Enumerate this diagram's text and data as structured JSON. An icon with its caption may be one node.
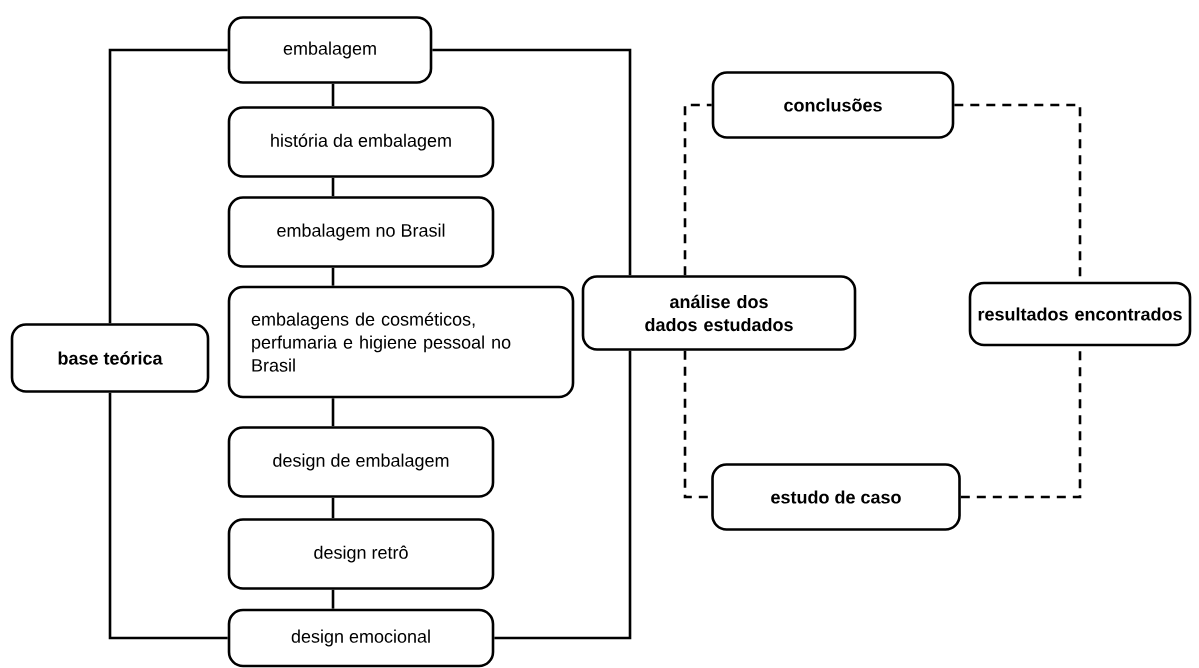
{
  "diagram": {
    "nodes": [
      {
        "text": [
          "base teórica"
        ]
      },
      {
        "text": [
          "embalagem"
        ]
      },
      {
        "text": [
          "história da embalagem"
        ]
      },
      {
        "text": [
          "embalagem no Brasil"
        ]
      },
      {
        "text": [
          "embalagens de cosméticos, perfumaria e higiene pessoal no Brasil"
        ]
      },
      {
        "text": [
          "design de embalagem"
        ]
      },
      {
        "text": [
          "design retrô"
        ]
      },
      {
        "text": [
          "design emocional"
        ]
      },
      {
        "text": [
          "conclusões"
        ]
      },
      {
        "text": [
          "análise dos dados estudados"
        ]
      },
      {
        "text": [
          "resultados encontrados"
        ]
      },
      {
        "text": [
          "estudo de caso"
        ]
      }
    ],
    "edges": [
      {
        "from": 0,
        "to": 1,
        "arrow": "none"
      },
      {
        "from": 0,
        "to": 7,
        "arrow": "none"
      },
      {
        "from": 1,
        "to": 9,
        "arrow": "none"
      },
      {
        "from": 7,
        "to": 9,
        "arrow": "none"
      },
      {
        "from": 1,
        "to": 2,
        "arrow": "none"
      },
      {
        "from": 2,
        "to": 3,
        "arrow": "none"
      },
      {
        "from": 3,
        "to": 4,
        "arrow": "none"
      },
      {
        "from": 4,
        "to": 5,
        "arrow": "none"
      },
      {
        "from": 5,
        "to": 6,
        "arrow": "none"
      },
      {
        "from": 6,
        "to": 7,
        "arrow": "none"
      },
      {
        "from": 9,
        "to": 8,
        "arrow": "none",
        "style": "dashed"
      },
      {
        "from": 9,
        "to": 11,
        "arrow": "none",
        "style": "dashed"
      },
      {
        "from": 8,
        "to": 10,
        "arrow": "none",
        "style": "dashed"
      },
      {
        "from": 11,
        "to": 10,
        "arrow": "none",
        "style": "dashed"
      }
    ]
  }
}
